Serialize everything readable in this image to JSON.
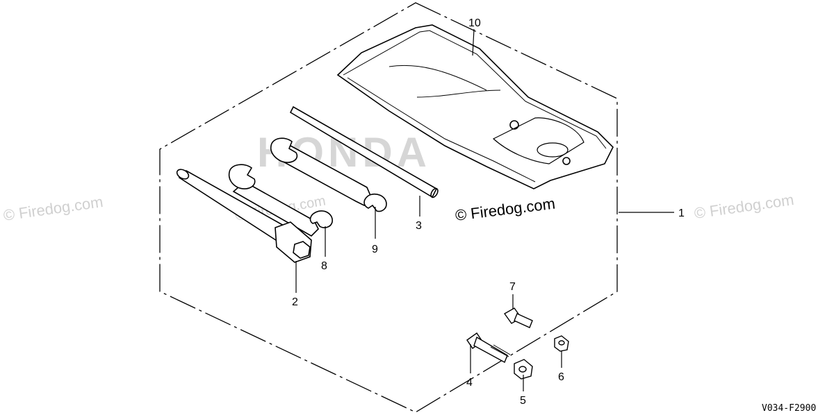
{
  "diagram": {
    "callouts": {
      "c1": "1",
      "c2": "2",
      "c3": "3",
      "c4": "4",
      "c5": "5",
      "c6": "6",
      "c7": "7",
      "c8": "8",
      "c9": "9",
      "c10": "10"
    },
    "code": "V034-F2900",
    "brand_watermark": "HONDA",
    "watermark_main": "© Firedog.com",
    "watermark_faint": "© Firedog.com"
  }
}
